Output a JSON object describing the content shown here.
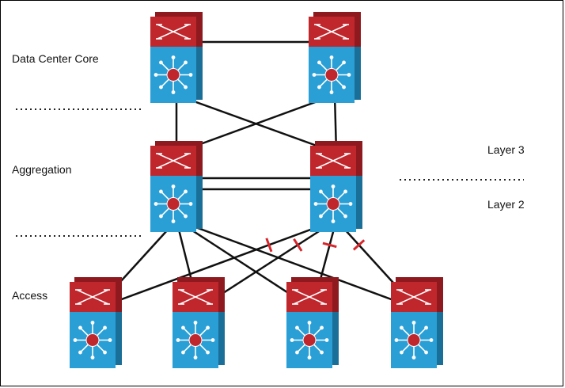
{
  "labels": {
    "core": "Data Center Core",
    "aggregation": "Aggregation",
    "access": "Access",
    "layer3": "Layer 3",
    "layer2": "Layer 2"
  },
  "colors": {
    "router_red": "#c0272d",
    "router_red_dark": "#8e1a1f",
    "switch_blue": "#2a9fd6",
    "switch_blue_dark": "#1a6f99",
    "hub_red": "#c0272d",
    "link": "#111111",
    "blocked_marker": "#d7262b"
  },
  "nodes": [
    {
      "id": "core-1",
      "tier": "core"
    },
    {
      "id": "core-2",
      "tier": "core"
    },
    {
      "id": "agg-1",
      "tier": "aggregation"
    },
    {
      "id": "agg-2",
      "tier": "aggregation"
    },
    {
      "id": "access-1",
      "tier": "access"
    },
    {
      "id": "access-2",
      "tier": "access"
    },
    {
      "id": "access-3",
      "tier": "access"
    },
    {
      "id": "access-4",
      "tier": "access"
    }
  ],
  "links": [
    {
      "from": "core-1",
      "to": "core-2",
      "blocked": false
    },
    {
      "from": "core-1",
      "to": "agg-1",
      "blocked": false
    },
    {
      "from": "core-1",
      "to": "agg-2",
      "blocked": false
    },
    {
      "from": "core-2",
      "to": "agg-1",
      "blocked": false
    },
    {
      "from": "core-2",
      "to": "agg-2",
      "blocked": false
    },
    {
      "from": "agg-1",
      "to": "agg-2",
      "blocked": false
    },
    {
      "from": "agg-1",
      "to": "agg-2",
      "blocked": false
    },
    {
      "from": "agg-1",
      "to": "access-1",
      "blocked": false
    },
    {
      "from": "agg-1",
      "to": "access-2",
      "blocked": false
    },
    {
      "from": "agg-1",
      "to": "access-3",
      "blocked": false
    },
    {
      "from": "agg-1",
      "to": "access-4",
      "blocked": false
    },
    {
      "from": "agg-2",
      "to": "access-1",
      "blocked": true
    },
    {
      "from": "agg-2",
      "to": "access-2",
      "blocked": true
    },
    {
      "from": "agg-2",
      "to": "access-3",
      "blocked": true
    },
    {
      "from": "agg-2",
      "to": "access-4",
      "blocked": true
    }
  ]
}
